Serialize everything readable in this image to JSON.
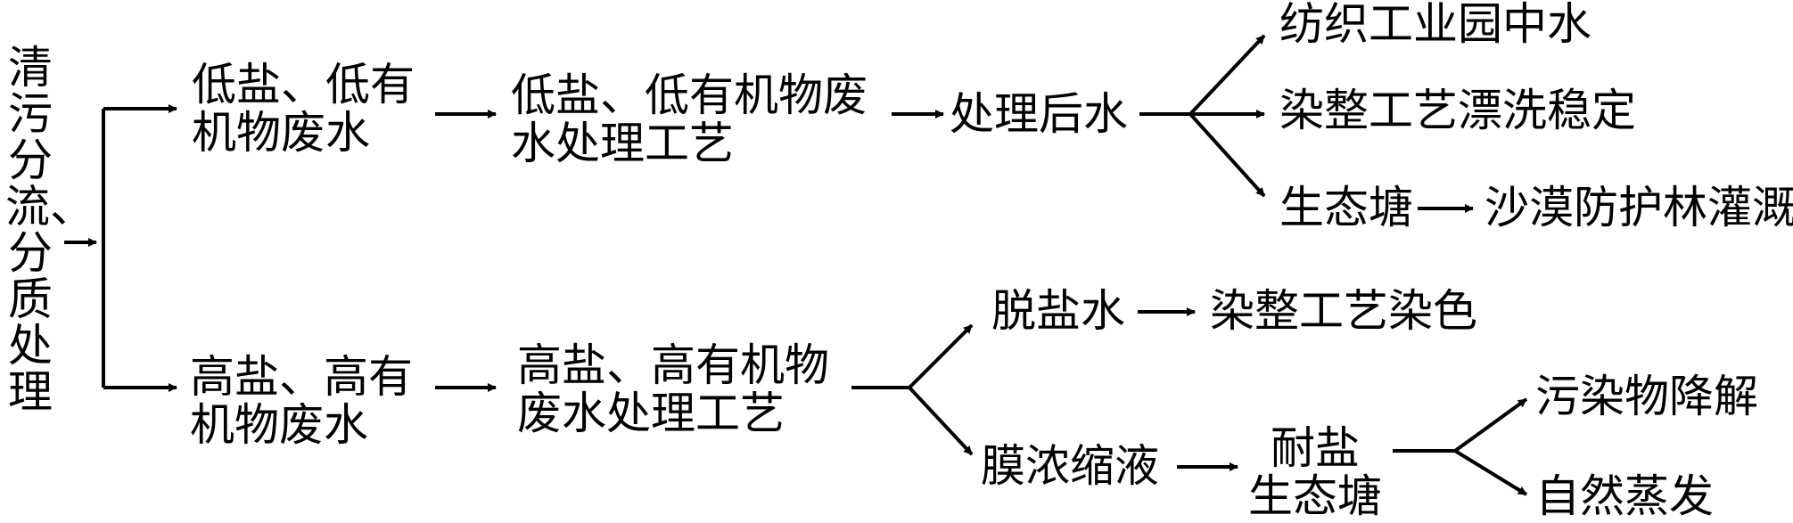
{
  "root": "清污分流、分质处理",
  "low": {
    "source": [
      "低盐、低有",
      "机物废水"
    ],
    "process": [
      "低盐、低有机物废",
      "水处理工艺"
    ],
    "treated": "处理后水",
    "reuse_1": "纺织工业园中水",
    "reuse_2": "染整工艺漂洗稳定",
    "pond": "生态塘",
    "pond_use": "沙漠防护林灌溉"
  },
  "high": {
    "source": [
      "高盐、高有",
      "机物废水"
    ],
    "process": [
      "高盐、高有机物",
      "废水处理工艺"
    ],
    "desalted": "脱盐水",
    "desalted_use": "染整工艺染色",
    "concentrate": "膜浓缩液",
    "salt_pond": [
      "耐盐",
      "生态塘"
    ],
    "outcome_1": "污染物降解",
    "outcome_2": "自然蒸发"
  },
  "colors": {
    "stroke": "#000000",
    "text": "#000000"
  }
}
